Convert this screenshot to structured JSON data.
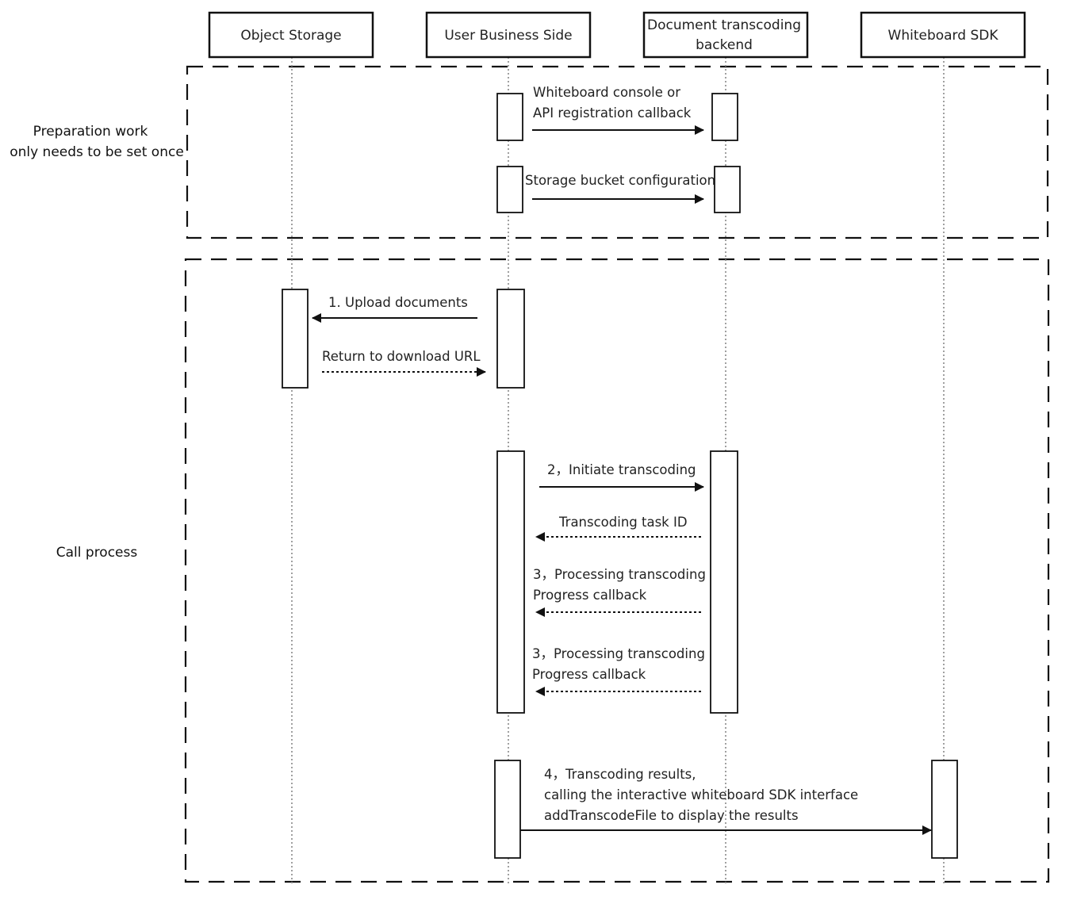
{
  "participants": [
    {
      "id": "object-storage",
      "lines": [
        "Object Storage"
      ]
    },
    {
      "id": "user-business-side",
      "lines": [
        "User Business Side"
      ]
    },
    {
      "id": "document-transcoding-backend",
      "lines": [
        "Document transcoding",
        "backend"
      ]
    },
    {
      "id": "whiteboard-sdk",
      "lines": [
        "Whiteboard SDK"
      ]
    }
  ],
  "groups": [
    {
      "id": "preparation",
      "lines": [
        "Preparation work",
        "only needs to be set once"
      ]
    },
    {
      "id": "call-process",
      "lines": [
        "Call process"
      ]
    }
  ],
  "messages": [
    {
      "id": "register-callback",
      "from": "user-business-side",
      "to": "document-transcoding-backend",
      "style": "solid",
      "lines": [
        "Whiteboard console or",
        "API registration callback"
      ]
    },
    {
      "id": "bucket-config",
      "from": "user-business-side",
      "to": "document-transcoding-backend",
      "style": "solid",
      "lines": [
        "Storage bucket configuration"
      ]
    },
    {
      "id": "upload-documents",
      "from": "user-business-side",
      "to": "object-storage",
      "style": "solid",
      "lines": [
        "1. Upload documents"
      ]
    },
    {
      "id": "return-download-url",
      "from": "object-storage",
      "to": "user-business-side",
      "style": "dotted",
      "lines": [
        "Return to download URL"
      ]
    },
    {
      "id": "initiate-transcoding",
      "from": "user-business-side",
      "to": "document-transcoding-backend",
      "style": "solid",
      "lines": [
        "2，Initiate transcoding"
      ]
    },
    {
      "id": "task-id",
      "from": "document-transcoding-backend",
      "to": "user-business-side",
      "style": "dotted",
      "lines": [
        "Transcoding task ID"
      ]
    },
    {
      "id": "progress-callback-1",
      "from": "document-transcoding-backend",
      "to": "user-business-side",
      "style": "dotted",
      "lines": [
        "3，Processing transcoding",
        "Progress callback"
      ]
    },
    {
      "id": "progress-callback-2",
      "from": "document-transcoding-backend",
      "to": "user-business-side",
      "style": "dotted",
      "lines": [
        "3，Processing transcoding",
        "Progress callback"
      ]
    },
    {
      "id": "transcoding-results",
      "from": "user-business-side",
      "to": "whiteboard-sdk",
      "style": "solid",
      "lines": [
        "4，Transcoding results,",
        "calling the interactive whiteboard SDK interface",
        "addTranscodeFile to display the results"
      ]
    }
  ],
  "colors": {
    "line": "#111111",
    "lifeline": "#888888",
    "text": "#222222"
  }
}
